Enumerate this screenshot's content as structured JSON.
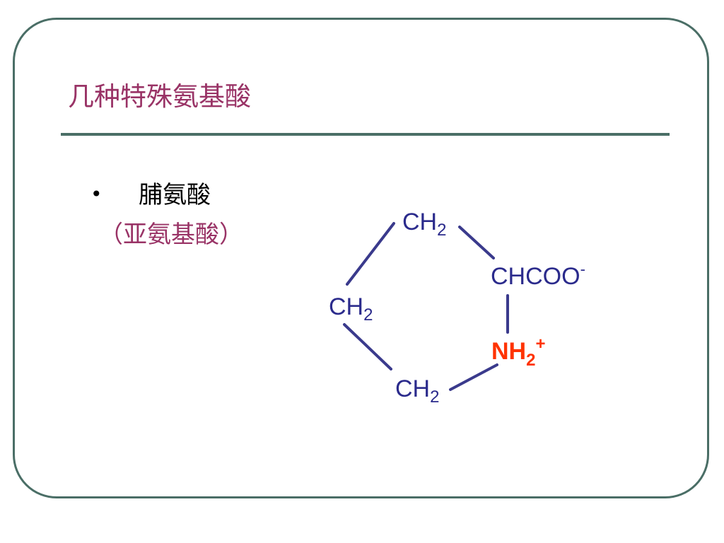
{
  "slide": {
    "title": "几种特殊氨基酸",
    "bullet_symbol": "•",
    "bullet_text": "脯氨酸",
    "subtext": "（亚氨基酸）",
    "colors": {
      "title": "#993366",
      "frame": "#4a6e66",
      "bond": "#3a3a8c",
      "atom": "#2b2b8c",
      "nitrogen": "#ff3300"
    }
  },
  "structure": {
    "atoms": {
      "top_ch2": {
        "base": "CH",
        "sub": "2",
        "sup": ""
      },
      "chcoo": {
        "base": "CHCOO",
        "sub": "",
        "sup": "-"
      },
      "left_ch2": {
        "base": "CH",
        "sub": "2",
        "sup": ""
      },
      "nh2": {
        "base": "NH",
        "sub": "2",
        "sup": "+"
      },
      "bottom_ch2": {
        "base": "CH",
        "sub": "2",
        "sup": ""
      }
    }
  }
}
